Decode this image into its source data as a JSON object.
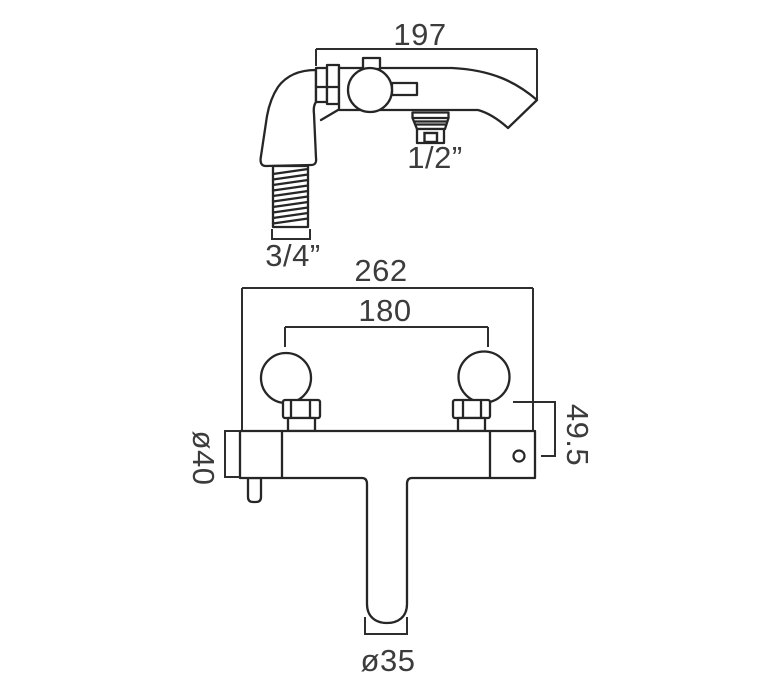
{
  "colors": {
    "background": "#ffffff",
    "line": "#262626",
    "text": "#3c3c3c"
  },
  "labels": {
    "spout_reach": "197",
    "outlet_thread": "1/2”",
    "hose_thread": "3/4”",
    "overall_width": "262",
    "inlet_centres": "180",
    "inlet_offset": "49.5",
    "body_diameter": "ø40",
    "spout_diameter": "ø35"
  }
}
